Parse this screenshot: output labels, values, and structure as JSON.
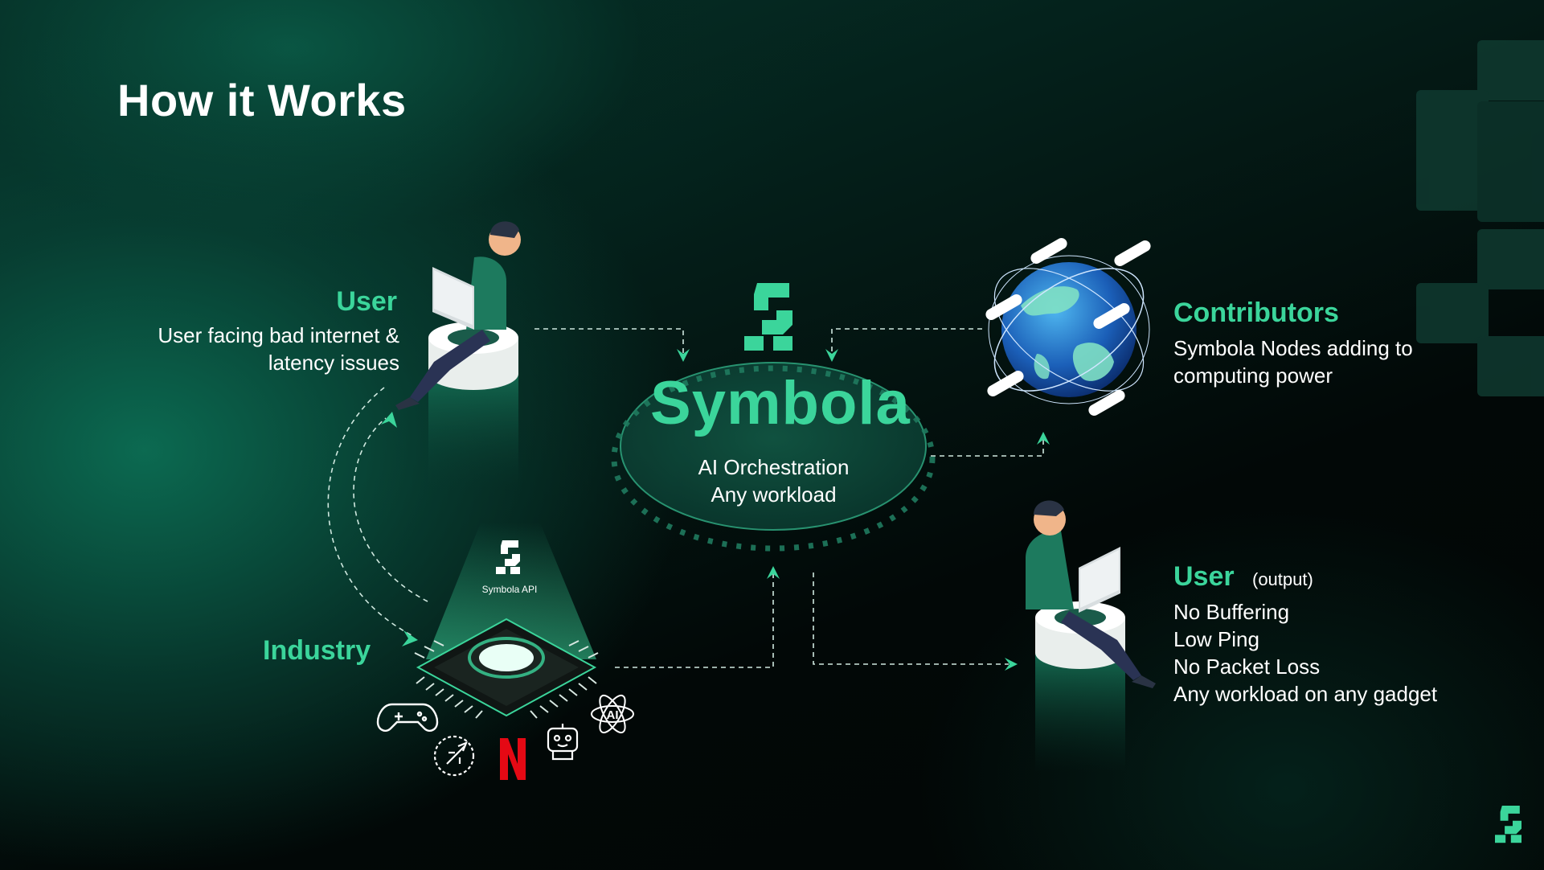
{
  "slide": {
    "title": "How it Works"
  },
  "user_input": {
    "label": "User",
    "desc_lines": [
      "User facing bad internet &",
      "latency issues"
    ]
  },
  "industry": {
    "label": "Industry",
    "api_label": "Symbola API",
    "icons": [
      "gamepad-icon",
      "rocket-icon",
      "netflix-logo-icon",
      "robot-icon",
      "ai-atom-icon"
    ]
  },
  "core": {
    "brand": "Symbola",
    "tag_lines": [
      "AI Orchestration",
      "Any workload"
    ]
  },
  "contributors": {
    "label": "Contributors",
    "desc_lines": [
      "Symbola Nodes adding to",
      "computing power"
    ]
  },
  "user_output": {
    "label": "User",
    "sublabel": "(output)",
    "benefits": [
      "No Buffering",
      "Low Ping",
      "No Packet Loss",
      "Any workload on any gadget"
    ]
  },
  "colors": {
    "accent": "#3bd59b",
    "background_dark": "#020807",
    "background_teal": "#0c6e54",
    "text": "#ffffff"
  }
}
